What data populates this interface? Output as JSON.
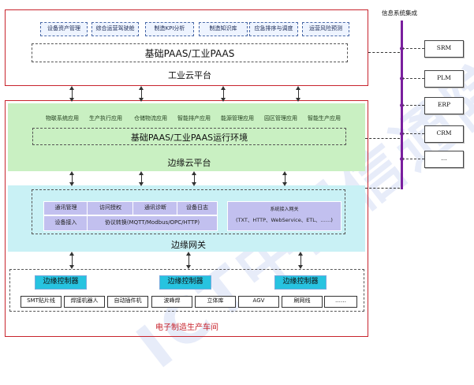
{
  "cloud": {
    "apps": [
      "设备资产管理",
      "综合运营驾驶舱",
      "制造KPI分析",
      "制造知识库",
      "应急排序与调度",
      "运营风险预测"
    ],
    "paas": "基础PAAS/工业PAAS",
    "title": "工业云平台"
  },
  "edge_cloud": {
    "apps": [
      "物联系统应用",
      "生产执行应用",
      "仓储物流应用",
      "智能排产应用",
      "能源管理应用",
      "园区管理应用",
      "智能生产应用"
    ],
    "runtime": "基础PAAS/工业PAAS运行环境",
    "title": "边缘云平台"
  },
  "gateway": {
    "cells": [
      "通讯管理",
      "访问授权",
      "通讯诊断",
      "设备日志",
      "设备接入",
      "协议转换(MQTT/Modbus/OPC/HTTP)"
    ],
    "sys_access_title": "系统接入网关",
    "sys_access_detail": "(TXT、HTTP、WebService、ETL、……)",
    "title": "边缘网关"
  },
  "workshop": {
    "controllers": [
      "边缘控制器",
      "边缘控制器",
      "边缘控制器"
    ],
    "devices": [
      "SMT贴片线",
      "焊接机器人",
      "自动插件机",
      "波峰焊",
      "立体库",
      "AGV",
      "刷网线",
      "……"
    ],
    "title": "电子制造生产车间"
  },
  "integration": {
    "title": "信息系统集成",
    "systems": [
      "SRM",
      "PLM",
      "ERP",
      "CRM",
      "…"
    ]
  },
  "watermark": "ICT中国信通院",
  "colors": {
    "red": "#c8242d",
    "green": "#c9f0c2",
    "cyan": "#c9f1f5",
    "purple": "#c2c0ef",
    "controller": "#27c3e0",
    "integration_line": "#7a1f9e"
  }
}
